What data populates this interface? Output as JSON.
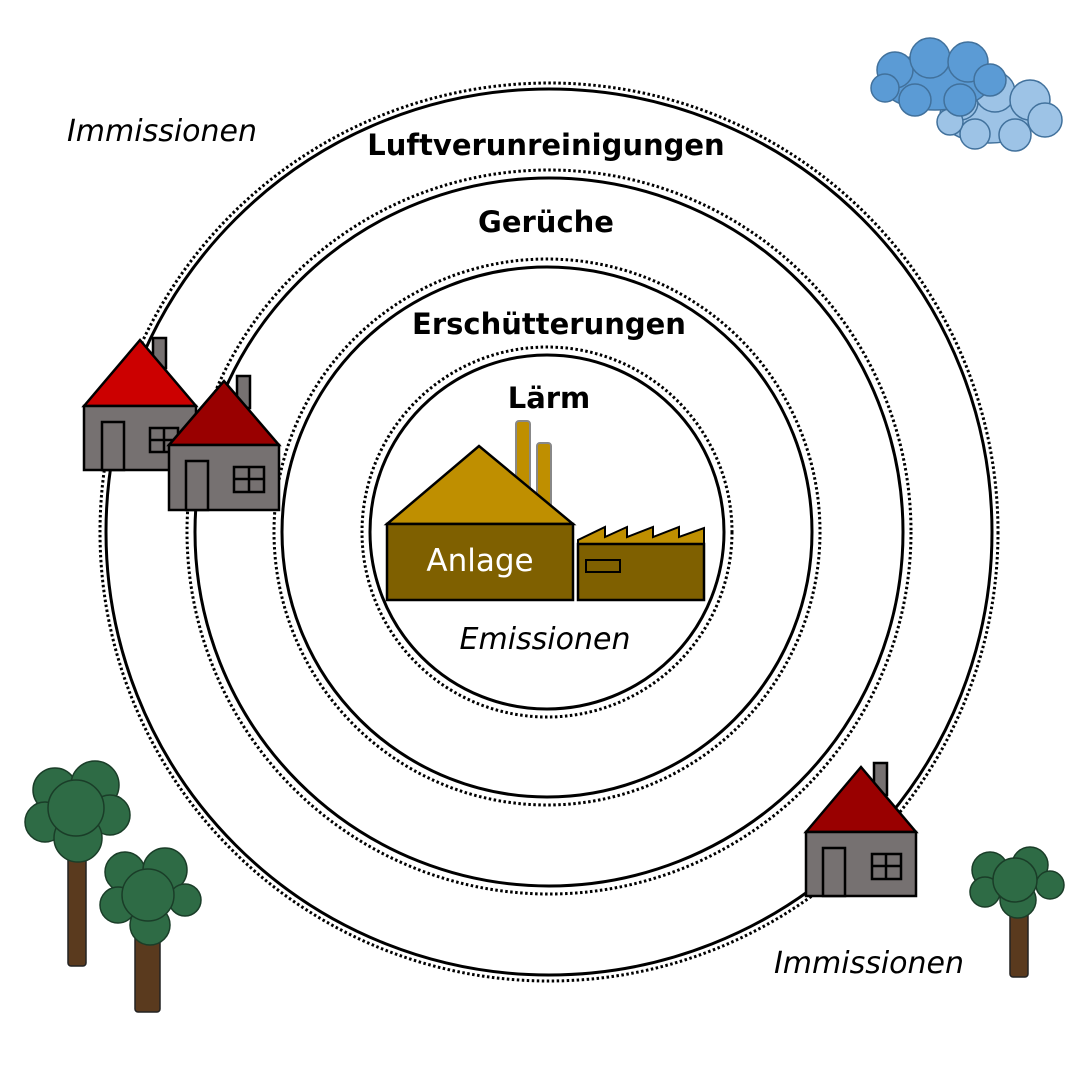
{
  "rings": [
    {
      "label": "Luftverunreinigungen"
    },
    {
      "label": "Gerüche"
    },
    {
      "label": "Erschütterungen"
    },
    {
      "label": "Lärm"
    }
  ],
  "facility": {
    "label": "Anlage"
  },
  "emissions_label": "Emissionen",
  "immissions_label_top": "Immissionen",
  "immissions_label_bottom": "Immissionen",
  "colors": {
    "roof_gold": "#bf8f00",
    "wall_brown": "#7f6000",
    "house_roof_red": "#cc0000",
    "house_roof_darkred": "#990000",
    "house_wall": "#767171",
    "cloud_dark": "#5b9bd5",
    "cloud_light": "#9dc3e6",
    "tree_green": "#2e6b45",
    "trunk": "#5a3a1e"
  }
}
